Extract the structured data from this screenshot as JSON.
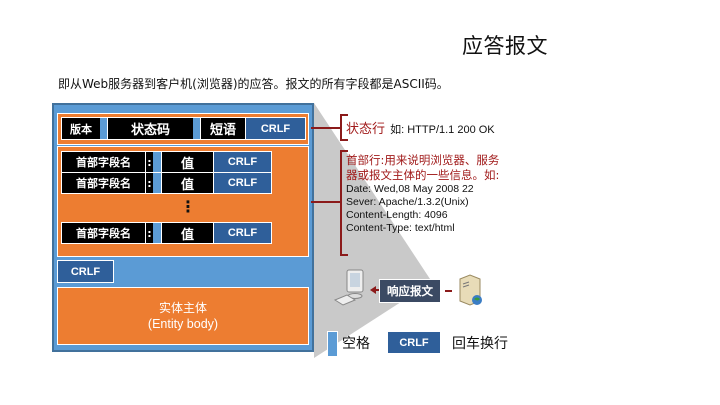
{
  "title": "应答报文",
  "subtitle": "即从Web服务器到客户机(浏览器)的应答。报文的所有字段都是ASCII码。",
  "status_line": {
    "version": "版本",
    "status_code": "状态码",
    "phrase": "短语",
    "crlf": "CRLF"
  },
  "header_rows": [
    {
      "name": "首部字段名",
      "colon": ":",
      "value": "值",
      "crlf": "CRLF"
    },
    {
      "name": "首部字段名",
      "colon": ":",
      "value": "值",
      "crlf": "CRLF"
    },
    {
      "name": "首部字段名",
      "colon": ":",
      "value": "值",
      "crlf": "CRLF"
    }
  ],
  "ellipsis": "⋮",
  "blank_line_crlf": "CRLF",
  "entity_body": {
    "line1": "实体主体",
    "line2": "(Entity body)"
  },
  "annotations": {
    "status_label": "状态行",
    "status_example": "如: HTTP/1.1 200 OK",
    "header_label": "首部行:用来说明浏览器、服务器或报文主体的一些信息。如:",
    "header_examples": [
      "Date:  Wed,08 May 2008 22",
      "Sever:  Apache/1.3.2(Unix)",
      "Content-Length:  4096",
      "Content-Type:  text/html"
    ]
  },
  "flow": {
    "label": "响应报文",
    "client_icon": "computer-icon",
    "server_icon": "server-icon"
  },
  "legend": {
    "space_label": "空格",
    "crlf_label": "CRLF",
    "crlf_meaning": "回车换行"
  },
  "colors": {
    "orange": "#ed7d31",
    "blue": "#5b9bd5",
    "dark_blue": "#2f5f9a",
    "annotation_red": "#a11b1b",
    "projection_gray": "#c8c8c8"
  }
}
